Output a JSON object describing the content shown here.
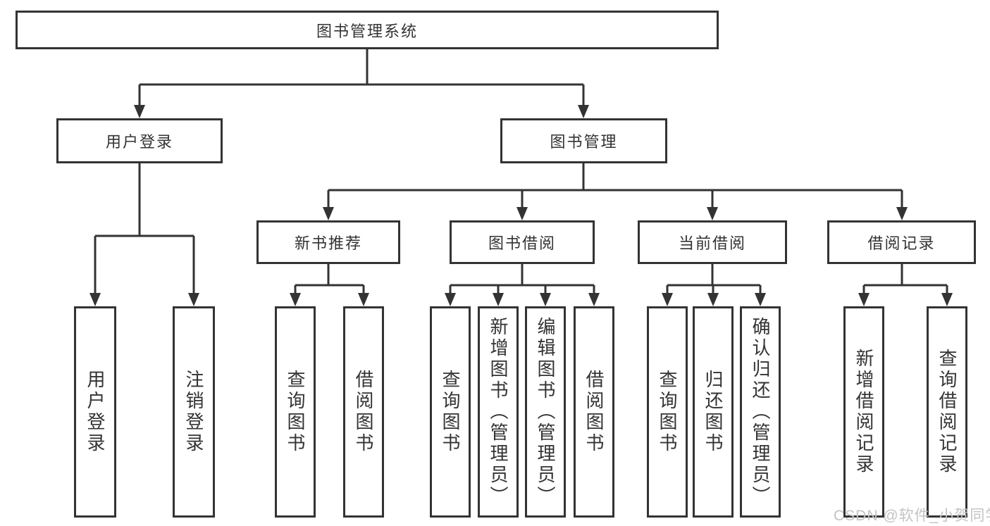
{
  "diagram": {
    "type": "hierarchy",
    "root": {
      "label": "图书管理系统",
      "children": [
        {
          "label": "用户登录",
          "children": [
            {
              "label": "用户登录"
            },
            {
              "label": "注销登录"
            }
          ]
        },
        {
          "label": "图书管理",
          "children": [
            {
              "label": "新书推荐",
              "children": [
                {
                  "label": "查询图书"
                },
                {
                  "label": "借阅图书"
                }
              ]
            },
            {
              "label": "图书借阅",
              "children": [
                {
                  "label": "查询图书"
                },
                {
                  "label": "新增图书（管理员）"
                },
                {
                  "label": "编辑图书（管理员）"
                },
                {
                  "label": "借阅图书"
                }
              ]
            },
            {
              "label": "当前借阅",
              "children": [
                {
                  "label": "查询图书"
                },
                {
                  "label": "归还图书"
                },
                {
                  "label": "确认归还（管理员）"
                }
              ]
            },
            {
              "label": "借阅记录",
              "children": [
                {
                  "label": "新增借阅记录"
                },
                {
                  "label": "查询借阅记录"
                }
              ]
            }
          ]
        }
      ]
    }
  },
  "watermark": {
    "text": "CSDN @软件_小贺同学",
    "color": "#c3c3c3"
  },
  "colors": {
    "background": "#ffffff",
    "box_border": "#333333",
    "line": "#333333",
    "text": "#333333"
  }
}
